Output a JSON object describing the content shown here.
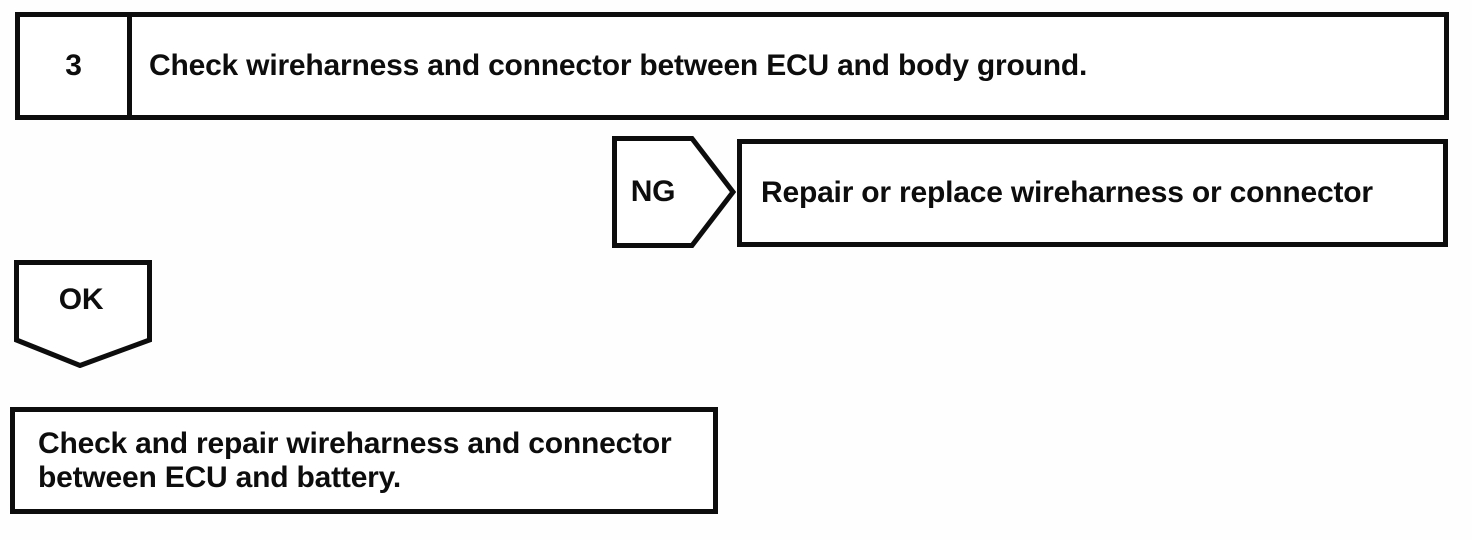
{
  "colors": {
    "ink": "#0d0d0d",
    "background": "#ffffff"
  },
  "flowchart": {
    "step": {
      "number": "3",
      "description": "Check wireharness and connector between ECU and body ground."
    },
    "ng_branch": {
      "label": "NG",
      "action": "Repair or replace wireharness or connector"
    },
    "ok_branch": {
      "label": "OK",
      "result_lines": [
        "Check and repair wireharness and connector",
        "between ECU and battery."
      ]
    }
  }
}
